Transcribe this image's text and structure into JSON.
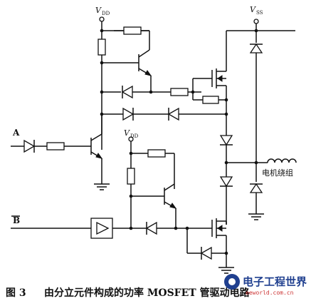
{
  "diagram": {
    "vdd_label": "V",
    "vdd_sub": "DD",
    "vss_label": "V",
    "vss_sub": "SS",
    "vdd2_label": "V",
    "vdd2_sub": "DD",
    "input_a": "A",
    "input_b": "B",
    "winding_label": "电机绕组"
  },
  "caption": {
    "figure_no": "图 3",
    "text": "由分立元件构成的功率 MOSFET 管驱动电路"
  },
  "watermark": {
    "name": "电子工程世界",
    "url": "eeworld.com.cn"
  },
  "colors": {
    "ink": "#111111",
    "watermark_blue": "#1f3f8f",
    "watermark_red": "#cc3333"
  }
}
